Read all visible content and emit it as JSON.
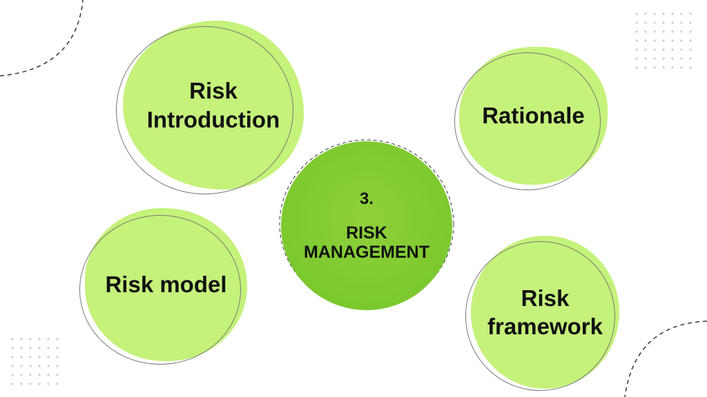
{
  "center": {
    "number": "3.",
    "title": "RISK MANAGEMENT"
  },
  "nodes": [
    {
      "label": "Risk Introduction"
    },
    {
      "label": "Rationale"
    },
    {
      "label": "Risk model"
    },
    {
      "label": "Risk framework"
    }
  ],
  "colors": {
    "bubble": "#c4f27a",
    "center": "#7ac92e"
  }
}
